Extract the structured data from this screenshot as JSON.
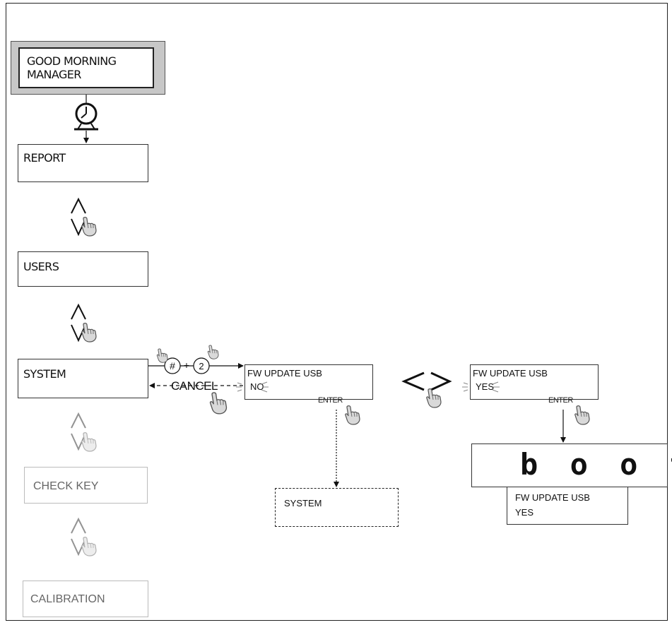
{
  "menu": {
    "greeting": {
      "line1": "GOOD MORNING",
      "line2": "MANAGER"
    },
    "report": "REPORT",
    "users": "USERS",
    "system": "SYSTEM",
    "check_key": "CHECK KEY",
    "calibration": "CALIBRATION"
  },
  "keys": {
    "hash": "#",
    "two": "2",
    "cancel": "CANCEL",
    "enter": "ENTER"
  },
  "screens": {
    "fw_no": {
      "line1": "FW UPDATE USB",
      "line2": "NO"
    },
    "fw_yes": {
      "line1": "FW UPDATE USB",
      "line2": "YES"
    },
    "system_result": "SYSTEM",
    "boot_display": "b o o t",
    "fw_yes_final": {
      "line1": "FW UPDATE USB",
      "line2": "YES"
    }
  },
  "icons": [
    "clock-icon",
    "up-arrow-icon",
    "down-arrow-icon",
    "hand-pointer-icon",
    "left-arrow-icon",
    "right-arrow-icon"
  ]
}
